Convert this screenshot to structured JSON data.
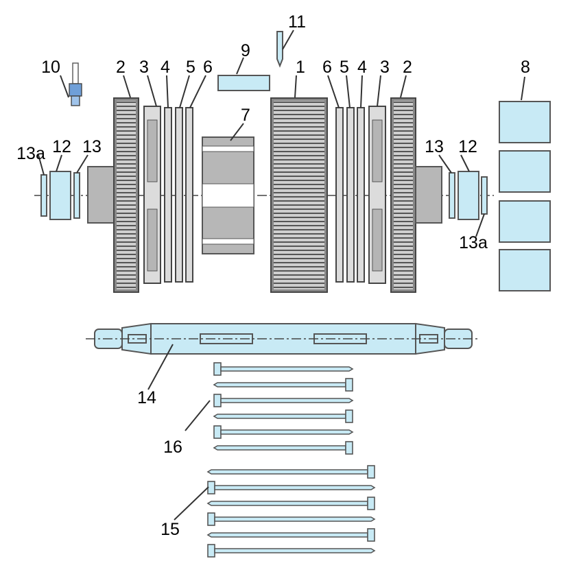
{
  "labels": {
    "l1": "1",
    "l2a": "2",
    "l2b": "2",
    "l3a": "3",
    "l3b": "3",
    "l4a": "4",
    "l4b": "4",
    "l5a": "5",
    "l5b": "5",
    "l6a": "6",
    "l6b": "6",
    "l7": "7",
    "l8": "8",
    "l9": "9",
    "l10": "10",
    "l11": "11",
    "l12a": "12",
    "l12b": "12",
    "l13a": "13",
    "l13b": "13",
    "l13aa": "13a",
    "l13ab": "13a",
    "l14": "14",
    "l15": "15",
    "l16": "16"
  },
  "colors": {
    "part_blue": "#c8eaf5",
    "part_grey": "#b7b7b7",
    "gear_dark": "#888888"
  }
}
